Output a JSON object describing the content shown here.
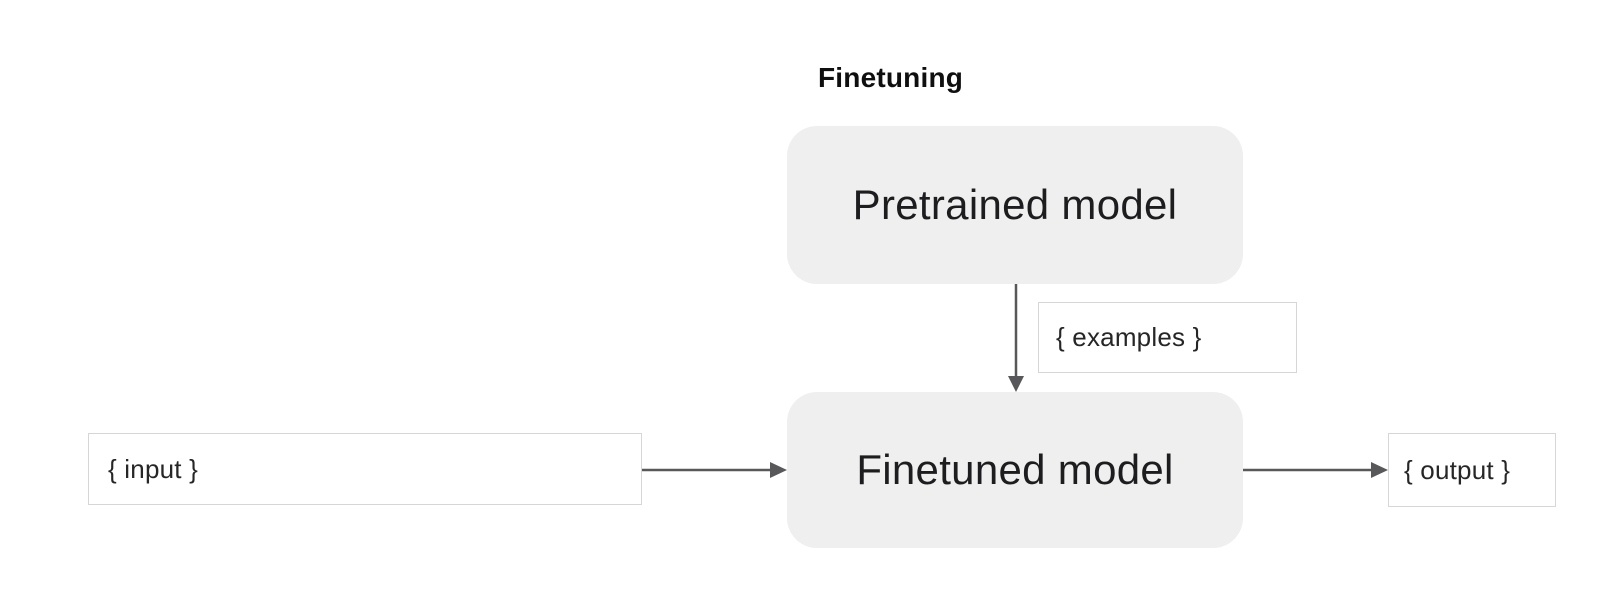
{
  "diagram": {
    "title": "Finetuning",
    "nodes": {
      "pretrained": {
        "label": "Pretrained model"
      },
      "finetuned": {
        "label": "Finetuned model"
      }
    },
    "io": {
      "examples": {
        "label": "{ examples }"
      },
      "input": {
        "label": "{ input }"
      },
      "output": {
        "label": "{ output }"
      }
    },
    "arrows": [
      {
        "name": "pretrained-to-finetuned",
        "direction": "down"
      },
      {
        "name": "input-to-finetuned",
        "direction": "right"
      },
      {
        "name": "finetuned-to-output",
        "direction": "right"
      }
    ],
    "colors": {
      "canvas_bg": "#ffffff",
      "node_bg": "#efefef",
      "node_text": "#1d1d1f",
      "io_text": "#262626",
      "box_border": "#d6d6d6",
      "arrow": "#58585b",
      "title_text": "#0f0f0f"
    }
  }
}
